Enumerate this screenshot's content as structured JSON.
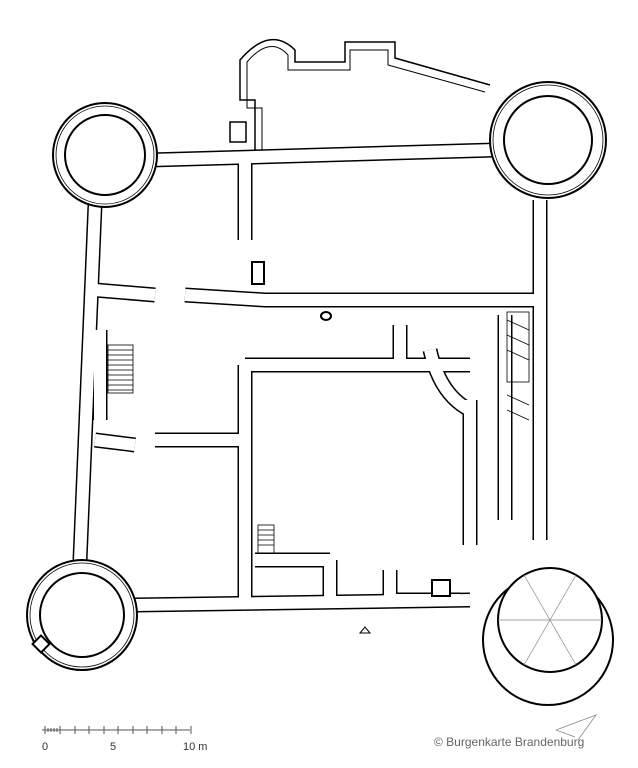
{
  "scale_bar": {
    "ticks": [
      "0",
      "5",
      "10 m"
    ],
    "unit": "m",
    "length": 10
  },
  "credit": "© Burgenkarte Brandenburg",
  "colors": {
    "line": "#000000",
    "credit": "#666666"
  }
}
